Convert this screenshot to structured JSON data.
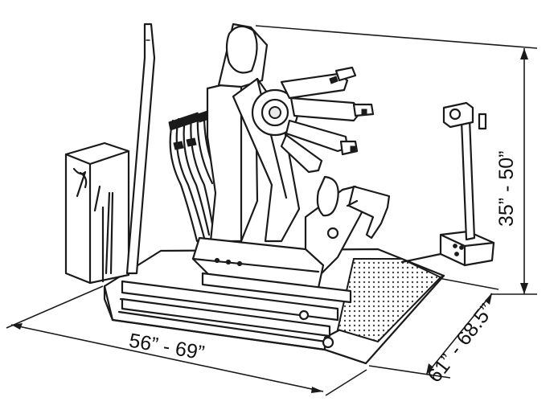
{
  "dimensions": {
    "width": "56” - 69”",
    "depth": "61” - 68.5”",
    "height": "35” - 50”"
  }
}
